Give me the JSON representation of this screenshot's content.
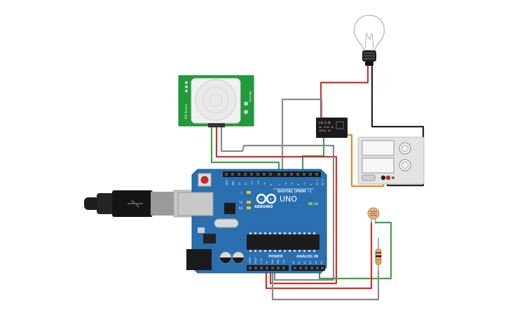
{
  "colors": {
    "wire_red": "#d0312d",
    "wire_green": "#3aa54a",
    "wire_gray": "#8a8a8a",
    "wire_black": "#222222",
    "wire_orange": "#e38a1d",
    "board_blue": "#2a6fb0",
    "pir_green": "#1f9b3a"
  },
  "arduino": {
    "brand": "ARDUINO",
    "model": "UNO",
    "digital_label": "DIGITAL (PWM ~)",
    "power_label": "POWER",
    "analog_label": "ANALOG IN",
    "on_label": "ON",
    "l_label": "L",
    "tx_label": "TX",
    "rx_label": "RX",
    "aref_label": "AREF",
    "gnd_label": "GND",
    "digital_pins": [
      "13",
      "12",
      "~11",
      "~10",
      "~9",
      "8",
      "7",
      "~6",
      "~5",
      "4",
      "~3",
      "2",
      "TX 1",
      "RX 0"
    ],
    "power_pins": [
      "IOREF",
      "RESET",
      "3.3V",
      "5V",
      "GND",
      "GND",
      "Vin"
    ],
    "analog_pins": [
      "A0",
      "A1",
      "A2",
      "A3",
      "A4",
      "A5"
    ]
  },
  "relay": {
    "label_line1": "LU-5-R",
    "label_line2": "5A 125V AC",
    "label_line3": "28VDC 5A"
  },
  "pir": {
    "side_label_left": "PIR Sensor",
    "side_label_right": "Sensing"
  }
}
